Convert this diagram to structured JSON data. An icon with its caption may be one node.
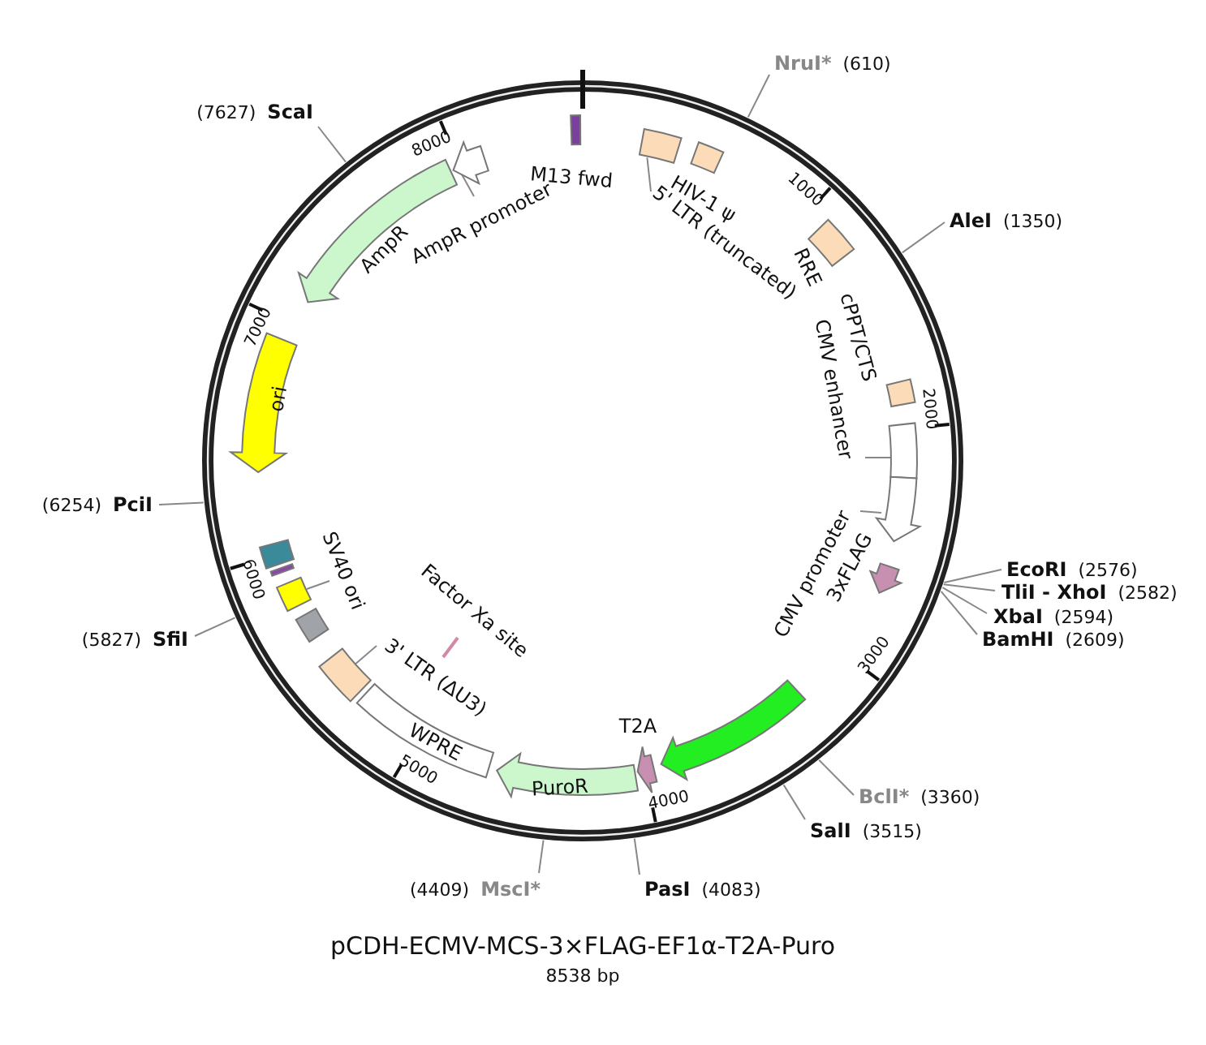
{
  "diagram": {
    "title": "pCDH-ECMV-MCS-3×FLAG-EF1α-T2A-Puro",
    "caption": "8538 bp",
    "nodes": [
      {
        "text": [
          "NruI*",
          "(610)"
        ]
      },
      {
        "text": [
          "AleI",
          "(1350)"
        ]
      },
      {
        "text": [
          "EcoRI",
          "(2576)"
        ]
      },
      {
        "text": [
          "TliI - XhoI",
          "(2582)"
        ]
      },
      {
        "text": [
          "XbaI",
          "(2594)"
        ]
      },
      {
        "text": [
          "BamHI",
          "(2609)"
        ]
      },
      {
        "text": [
          "BclI*",
          "(3360)"
        ]
      },
      {
        "text": [
          "SalI",
          "(3515)"
        ]
      },
      {
        "text": [
          "PasI",
          "(4083)"
        ]
      },
      {
        "text": [
          "(4409)",
          "MscI*"
        ]
      },
      {
        "text": [
          "(5827)",
          "SfiI"
        ]
      },
      {
        "text": [
          "(6254)",
          "PciI"
        ]
      },
      {
        "text": [
          "(7627)",
          "ScaI"
        ]
      },
      {
        "text": [
          "M13 fwd"
        ]
      },
      {
        "text": [
          "5' LTR (truncated)"
        ]
      },
      {
        "text": [],
        "shape": "box"
      },
      {
        "text": [
          "HIV-1 ψ"
        ]
      },
      {
        "text": [
          "RRE"
        ]
      },
      {
        "text": [
          "cPPT/CTS"
        ]
      },
      {
        "text": [
          "CMV enhancer"
        ]
      },
      {
        "text": [],
        "shape": "box"
      },
      {
        "text": [
          "CMV promoter"
        ]
      },
      {
        "text": [],
        "shape": "arrow"
      },
      {
        "text": [
          "3xFLAG"
        ]
      },
      {
        "text": [],
        "shape": "arrow"
      },
      {
        "text": [
          "T2A"
        ]
      },
      {
        "text": [
          "PuroR"
        ]
      },
      {
        "text": [
          "WPRE"
        ]
      },
      {
        "text": [
          "3' LTR (ΔU3)"
        ]
      },
      {
        "text": [],
        "shape": "box"
      },
      {
        "text": [],
        "shape": "box"
      },
      {
        "text": [
          "SV40 ori"
        ]
      },
      {
        "text": [],
        "shape": "box"
      },
      {
        "text": [],
        "shape": "bar"
      },
      {
        "text": [],
        "shape": "box"
      },
      {
        "text": [
          "Factor Xa site"
        ]
      },
      {
        "text": [
          "ori"
        ]
      },
      {
        "text": [
          "AmpR"
        ]
      },
      {
        "text": [
          "AmpR promoter"
        ]
      },
      {
        "text": [],
        "shape": "arrow"
      }
    ],
    "edges": [
      {
        "from": 0,
        "to": null,
        "arrow": "none"
      },
      {
        "from": 1,
        "to": null,
        "arrow": "none"
      },
      {
        "from": 2,
        "to": null,
        "arrow": "none"
      },
      {
        "from": 3,
        "to": null,
        "arrow": "none"
      },
      {
        "from": 4,
        "to": null,
        "arrow": "none"
      },
      {
        "from": 5,
        "to": null,
        "arrow": "none"
      },
      {
        "from": 6,
        "to": null,
        "arrow": "none"
      },
      {
        "from": 7,
        "to": null,
        "arrow": "none"
      },
      {
        "from": 8,
        "to": null,
        "arrow": "none"
      },
      {
        "from": 9,
        "to": null,
        "arrow": "none"
      },
      {
        "from": 10,
        "to": null,
        "arrow": "none"
      },
      {
        "from": 11,
        "to": null,
        "arrow": "none"
      },
      {
        "from": 12,
        "to": null,
        "arrow": "none"
      },
      {
        "from": 14,
        "to": 15,
        "arrow": "none"
      },
      {
        "from": 19,
        "to": 20,
        "arrow": "none"
      },
      {
        "from": 21,
        "to": 22,
        "arrow": "none"
      },
      {
        "from": 28,
        "to": 29,
        "arrow": "none"
      },
      {
        "from": 31,
        "to": 32,
        "arrow": "none"
      },
      {
        "from": 38,
        "to": 39,
        "arrow": "none"
      }
    ],
    "labels": [
      "1000",
      "2000",
      "3000",
      "4000",
      "5000",
      "6000",
      "7000",
      "8000"
    ]
  }
}
